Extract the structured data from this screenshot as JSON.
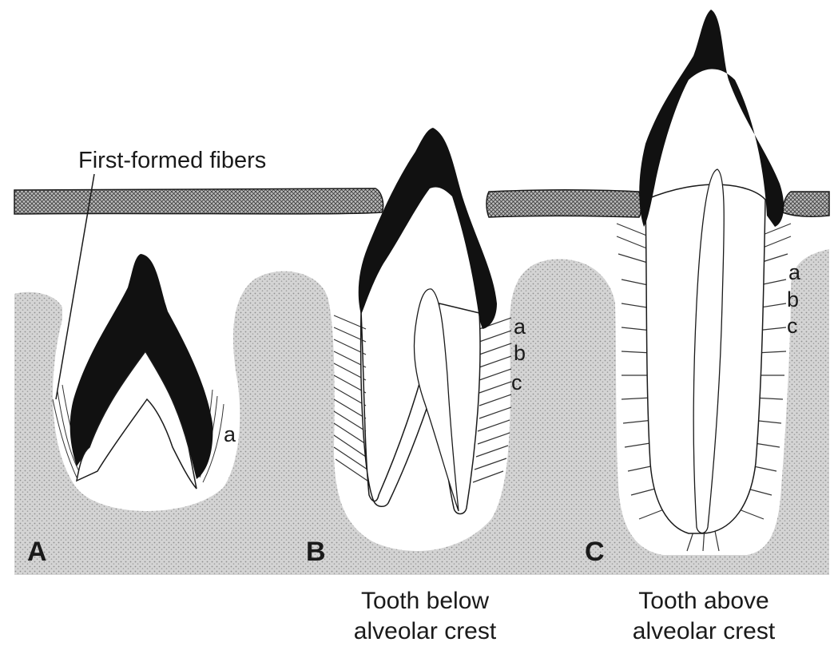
{
  "callout": {
    "label": "First-formed fibers"
  },
  "panels": [
    {
      "letter": "A",
      "fiber_labels": [
        "a"
      ],
      "caption": []
    },
    {
      "letter": "B",
      "fiber_labels": [
        "a",
        "b",
        "c"
      ],
      "caption": [
        "Tooth below",
        "alveolar crest"
      ]
    },
    {
      "letter": "C",
      "fiber_labels": [
        "a",
        "b",
        "c"
      ],
      "caption": [
        "Tooth above",
        "alveolar crest"
      ]
    }
  ],
  "colors": {
    "enamel": "#111111",
    "bone": "#d2d2d2",
    "gingiva": "#9a9a9a",
    "outline": "#1a1a1a",
    "background": "#ffffff"
  }
}
